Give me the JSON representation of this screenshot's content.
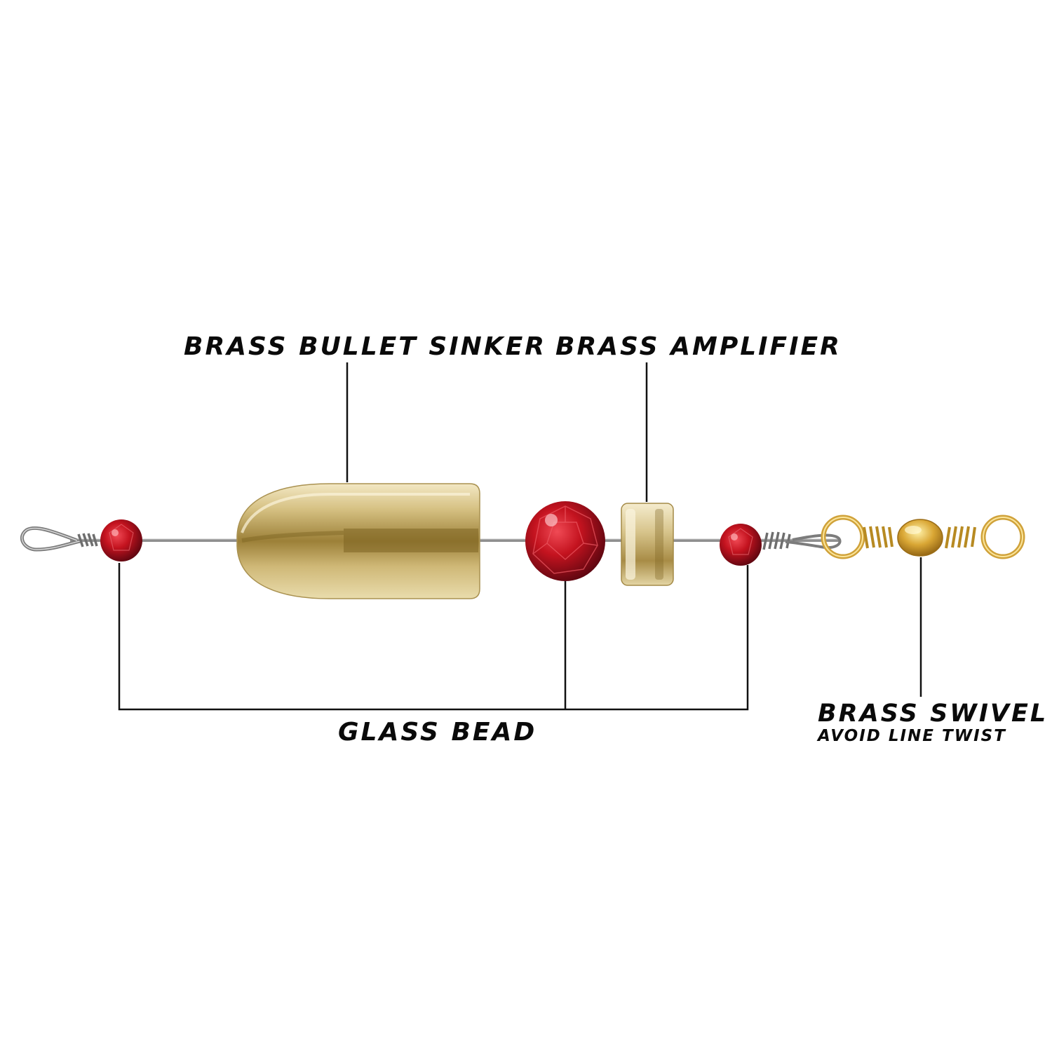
{
  "labels": {
    "sinker": "BRASS BULLET SINKER",
    "amplifier": "BRASS AMPLIFIER",
    "bead": "GLASS BEAD",
    "swivel": "BRASS SWIVEL",
    "swivel_sub": "AVOID LINE TWIST"
  },
  "colors": {
    "brass": "#c9b06a",
    "brass_light": "#efe2b4",
    "brass_dark": "#8f7531",
    "gold_wire": "#d4a63a",
    "bead_red": "#b3101e",
    "bead_dark": "#6a0810",
    "steel_wire": "#8c8c8c",
    "leader_line": "#111111"
  }
}
